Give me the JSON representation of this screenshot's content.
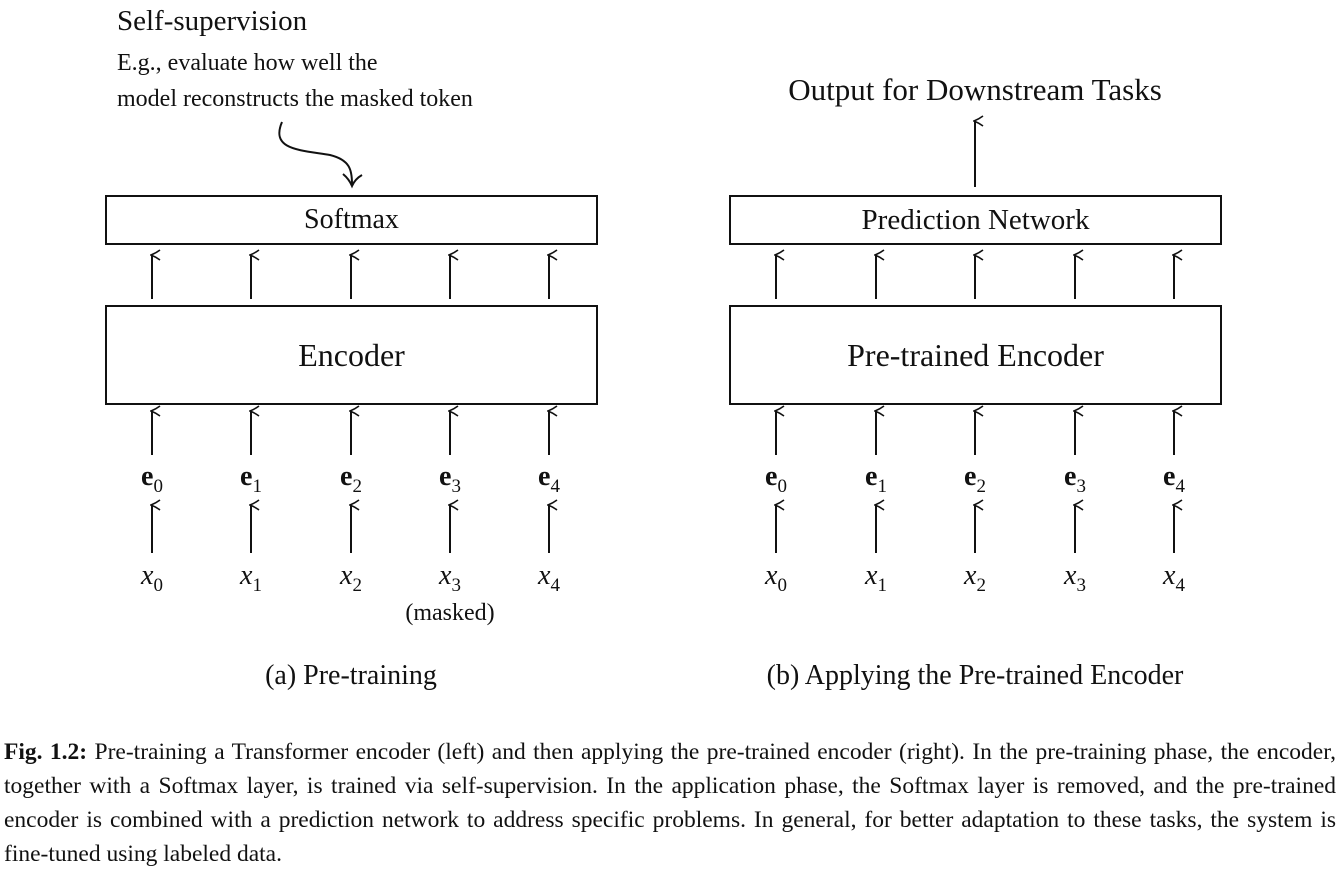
{
  "left_panel": {
    "annotation_title": "Self-supervision",
    "annotation_line1": "E.g., evaluate how well the",
    "annotation_line2": "model reconstructs the masked token",
    "top_box": "Softmax",
    "encoder_box": "Encoder",
    "embeddings": [
      {
        "sym": "e",
        "sub": "0"
      },
      {
        "sym": "e",
        "sub": "1"
      },
      {
        "sym": "e",
        "sub": "2"
      },
      {
        "sym": "e",
        "sub": "3"
      },
      {
        "sym": "e",
        "sub": "4"
      }
    ],
    "inputs": [
      {
        "sym": "x",
        "sub": "0"
      },
      {
        "sym": "x",
        "sub": "1"
      },
      {
        "sym": "x",
        "sub": "2"
      },
      {
        "sym": "x",
        "sub": "3"
      },
      {
        "sym": "x",
        "sub": "4"
      }
    ],
    "masked_note": "(masked)",
    "subcaption": "(a) Pre-training"
  },
  "right_panel": {
    "output_label": "Output for Downstream Tasks",
    "top_box": "Prediction Network",
    "encoder_box": "Pre-trained Encoder",
    "embeddings": [
      {
        "sym": "e",
        "sub": "0"
      },
      {
        "sym": "e",
        "sub": "1"
      },
      {
        "sym": "e",
        "sub": "2"
      },
      {
        "sym": "e",
        "sub": "3"
      },
      {
        "sym": "e",
        "sub": "4"
      }
    ],
    "inputs": [
      {
        "sym": "x",
        "sub": "0"
      },
      {
        "sym": "x",
        "sub": "1"
      },
      {
        "sym": "x",
        "sub": "2"
      },
      {
        "sym": "x",
        "sub": "3"
      },
      {
        "sym": "x",
        "sub": "4"
      }
    ],
    "subcaption": "(b) Applying the Pre-trained Encoder"
  },
  "caption": {
    "label": "Fig. 1.2:",
    "text": " Pre-training a Transformer encoder (left) and then applying the pre-trained encoder (right). In the pre-training phase, the encoder, together with a Softmax layer, is trained via self-supervision. In the application phase, the Softmax layer is removed, and the pre-trained encoder is combined with a prediction network to address specific problems. In general, for better adaptation to these tasks, the system is fine-tuned using labeled data."
  }
}
